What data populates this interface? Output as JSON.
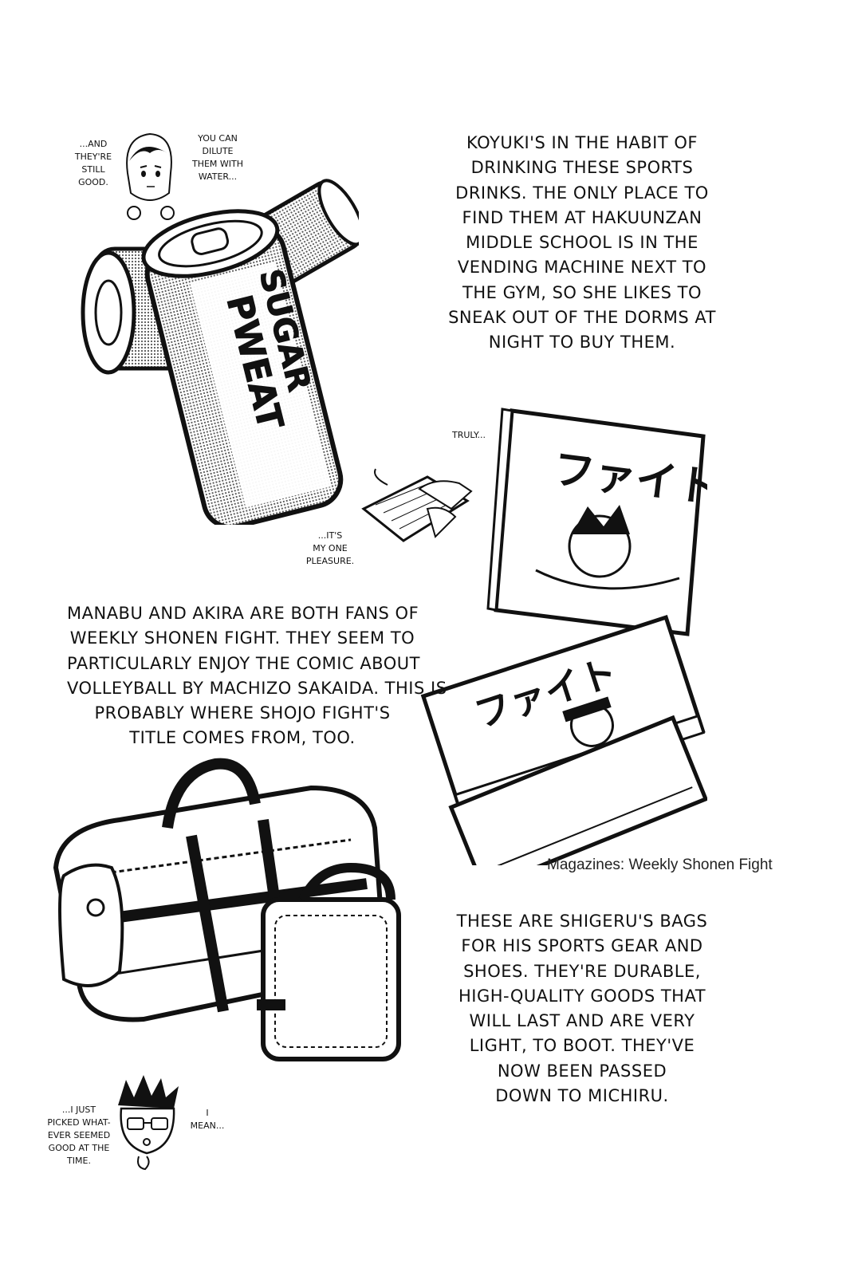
{
  "koyuki": {
    "remark_left": [
      "...AND",
      "THEY'RE",
      "STILL",
      "GOOD."
    ],
    "remark_right": [
      "YOU CAN",
      "DILUTE",
      "THEM WITH",
      "WATER..."
    ],
    "paragraph": [
      "KOYUKI'S IN THE HABIT OF",
      "DRINKING THESE SPORTS",
      "DRINKS. THE ONLY PLACE TO",
      "FIND THEM AT HAKUUNZAN",
      "MIDDLE SCHOOL IS IN THE",
      "VENDING MACHINE NEXT TO",
      "THE GYM, SO SHE LIKES TO",
      "SNEAK OUT OF THE DORMS AT",
      "NIGHT TO BUY THEM."
    ],
    "can_text": [
      "SUGAR",
      "PWEAT"
    ]
  },
  "manabu": {
    "remark_top": "TRULY...",
    "remark_bottom": [
      "...IT'S",
      "MY ONE",
      "PLEASURE."
    ],
    "paragraph": [
      "MANABU AND AKIRA ARE BOTH FANS OF",
      "WEEKLY SHONEN FIGHT. THEY SEEM TO",
      "PARTICULARLY ENJOY THE COMIC ABOUT",
      "VOLLEYBALL BY MACHIZO SAKAIDA. THIS IS",
      "PROBABLY WHERE SHOJO FIGHT'S",
      "TITLE COMES FROM, TOO."
    ],
    "magazine_title": "ファイト",
    "magazine_caption": "Magazines: Weekly Shonen Fight"
  },
  "shigeru": {
    "paragraph": [
      "THESE ARE SHIGERU'S BAGS",
      "FOR HIS SPORTS GEAR AND",
      "SHOES. THEY'RE DURABLE,",
      "HIGH-QUALITY GOODS THAT",
      "WILL LAST AND ARE VERY",
      "LIGHT, TO BOOT. THEY'VE",
      "NOW BEEN PASSED",
      "DOWN TO MICHIRU."
    ],
    "remark_left": [
      "...I JUST",
      "PICKED WHAT-",
      "EVER SEEMED",
      "GOOD AT THE",
      "TIME."
    ],
    "remark_right": [
      "I",
      "MEAN..."
    ]
  }
}
